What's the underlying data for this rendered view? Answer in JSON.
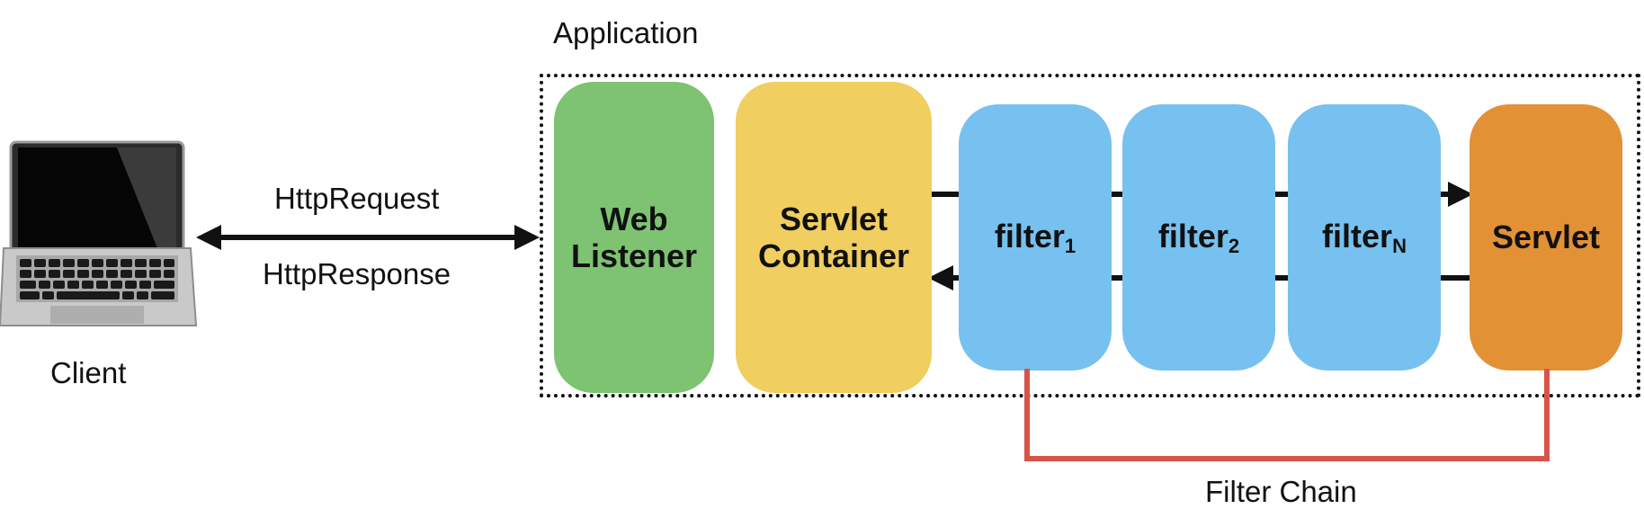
{
  "client": {
    "label": "Client"
  },
  "application": {
    "title": "Application"
  },
  "connection": {
    "request_label": "HttpRequest",
    "response_label": "HttpResponse"
  },
  "components": {
    "web_listener": {
      "line1": "Web",
      "line2": "Listener"
    },
    "servlet_container": {
      "line1": "Servlet",
      "line2": "Container"
    },
    "filter_1": {
      "base": "filter",
      "sub": "1"
    },
    "filter_2": {
      "base": "filter",
      "sub": "2"
    },
    "filter_n": {
      "base": "filter",
      "sub": "N"
    },
    "servlet": {
      "label": "Servlet"
    }
  },
  "filter_chain": {
    "label": "Filter Chain"
  },
  "colors": {
    "web_listener": "#7dc372",
    "servlet_container": "#f0ce5f",
    "filter": "#76c1f0",
    "servlet": "#e29135",
    "filter_chain_bracket": "#d9534a"
  }
}
